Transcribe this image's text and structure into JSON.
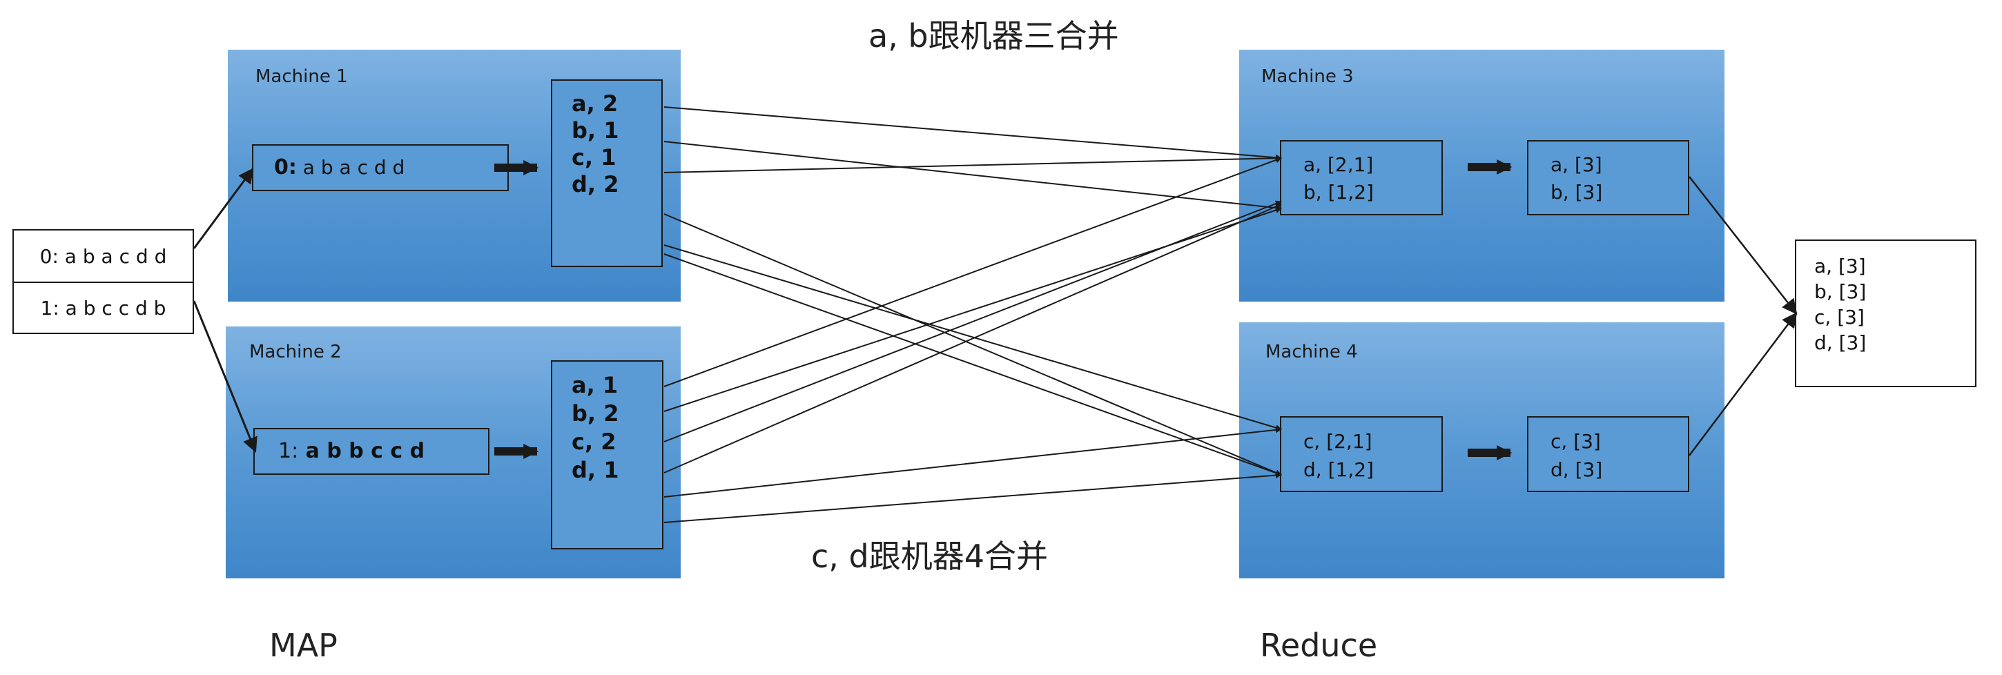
{
  "captions": {
    "top": "a, b跟机器三合并",
    "bottom": "c, d跟机器4合并",
    "map": "MAP",
    "reduce": "Reduce"
  },
  "input": {
    "line1": "0: a b a c d d",
    "line2": "1: a b c c d b"
  },
  "machine1": {
    "label": "Machine 1",
    "split_prefix": "0:",
    "split_text": " a b a c d d",
    "pairs": [
      "a, 2",
      "b, 1",
      "c, 1",
      "d, 2"
    ]
  },
  "machine2": {
    "label": "Machine 2",
    "split_prefix": "1:",
    "split_text": " a b b c c d",
    "pairs": [
      "a, 1",
      "b, 2",
      "c, 2",
      "d, 1"
    ]
  },
  "machine3": {
    "label": "Machine 3",
    "grouped": [
      "a, [2,1]",
      "b, [1,2]"
    ],
    "reduced": [
      "a, [3]",
      "b, [3]"
    ]
  },
  "machine4": {
    "label": "Machine 4",
    "grouped": [
      "c, [2,1]",
      "d, [1,2]"
    ],
    "reduced": [
      "c, [3]",
      "d, [3]"
    ]
  },
  "output": {
    "lines": [
      "a, [3]",
      "b, [3]",
      "c, [3]",
      "d, [3]"
    ]
  },
  "colors": {
    "machine_fill": "#5b9bd5",
    "stroke": "#1a1a1a"
  }
}
